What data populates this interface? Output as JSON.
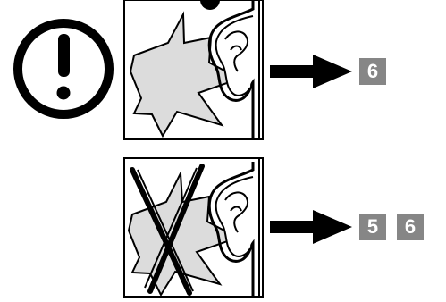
{
  "colors": {
    "stroke": "#000000",
    "burst_fill": "#dcdcdc",
    "ear_fill": "#ffffff",
    "badge_bg": "#868686",
    "badge_text": "#ffffff"
  },
  "icons": [
    "warning-exclamation-icon",
    "loud-noise-ear-icon",
    "no-noise-ear-icon",
    "right-arrow-icon"
  ],
  "panel_top": {
    "badges": [
      "6"
    ]
  },
  "panel_bottom": {
    "badges": [
      "5",
      "6"
    ]
  }
}
